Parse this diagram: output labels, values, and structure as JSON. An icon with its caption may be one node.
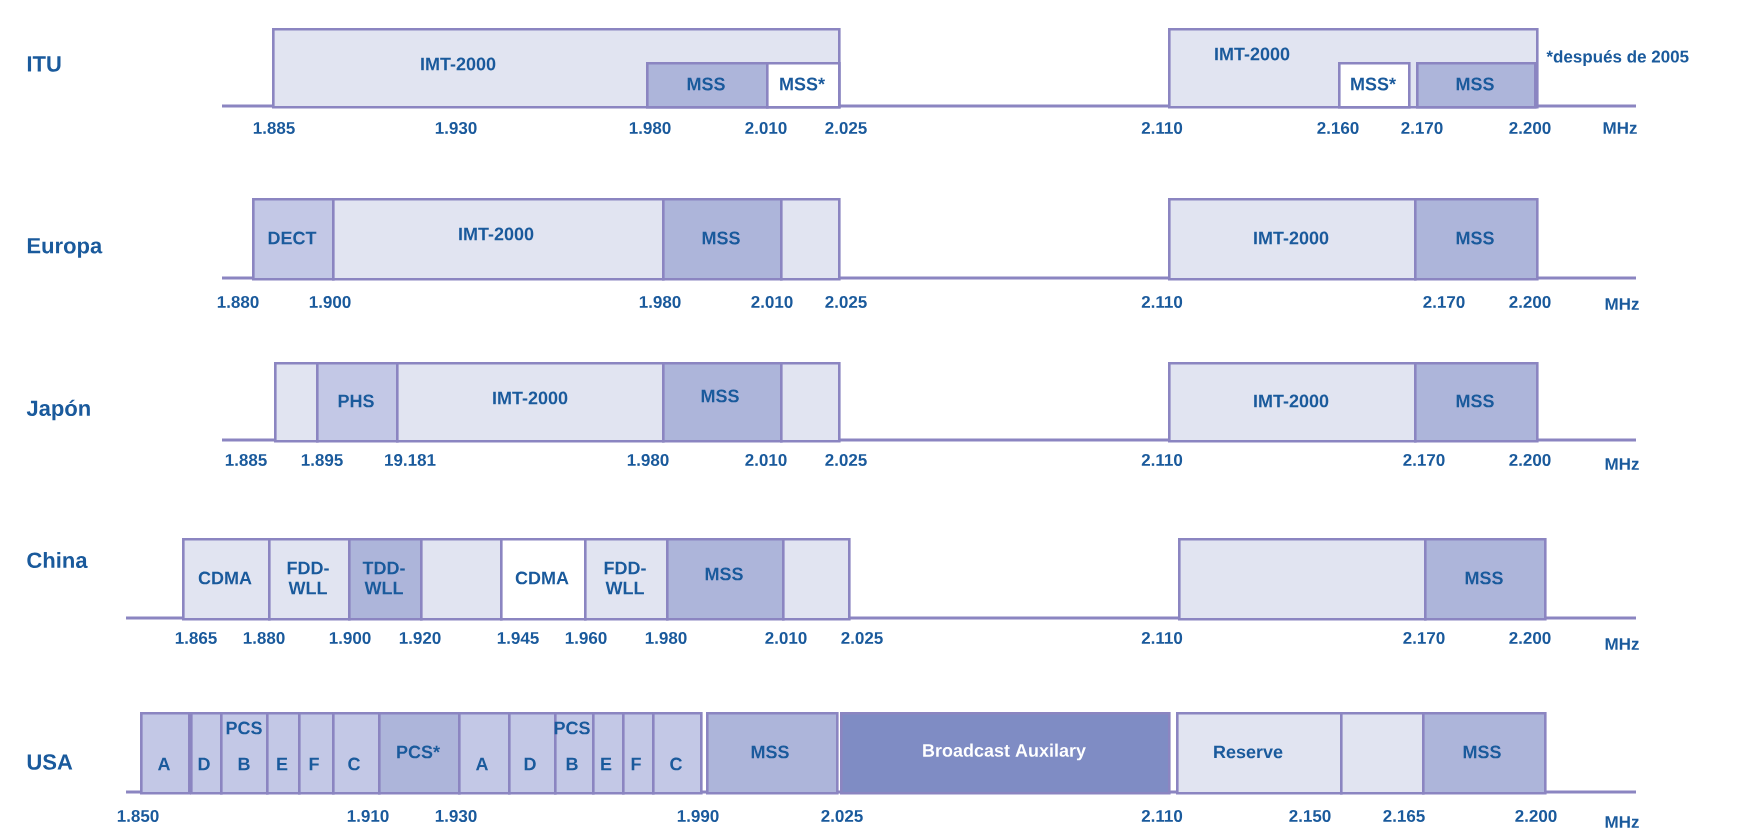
{
  "diagram": {
    "nodes": [
      {
        "text": [
          "IMT-2000"
        ]
      },
      {
        "text": [
          "MSS"
        ],
        "in": 0
      },
      {
        "text": [
          "MSS*"
        ],
        "in": 0
      },
      {
        "text": [
          "IMT-2000"
        ]
      },
      {
        "text": [
          "MSS*"
        ],
        "in": 3
      },
      {
        "text": [
          "MSS"
        ],
        "in": 3
      },
      {
        "text": [
          "DECT"
        ]
      },
      {
        "text": [
          "IMT-2000"
        ]
      },
      {
        "text": [
          "MSS"
        ]
      },
      {
        "text": [],
        "shape": "box"
      },
      {
        "text": [
          "IMT-2000"
        ]
      },
      {
        "text": [
          "MSS"
        ]
      },
      {
        "text": [],
        "shape": "box"
      },
      {
        "text": [
          "PHS"
        ]
      },
      {
        "text": [
          "IMT-2000"
        ]
      },
      {
        "text": [
          "MSS"
        ]
      },
      {
        "text": [],
        "shape": "box"
      },
      {
        "text": [
          "IMT-2000"
        ]
      },
      {
        "text": [
          "MSS"
        ]
      },
      {
        "text": [
          "CDMA"
        ]
      },
      {
        "text": [
          "FDD-WLL"
        ]
      },
      {
        "text": [
          "TDD-WLL"
        ]
      },
      {
        "text": [],
        "shape": "box"
      },
      {
        "text": [
          "CDMA"
        ]
      },
      {
        "text": [
          "FDD-WLL"
        ]
      },
      {
        "text": [
          "MSS"
        ]
      },
      {
        "text": [],
        "shape": "box"
      },
      {
        "text": [],
        "shape": "box"
      },
      {
        "text": [
          "MSS"
        ]
      },
      {
        "text": [
          "A"
        ]
      },
      {
        "text": [
          "D"
        ]
      },
      {
        "text": [
          "PCS",
          "B"
        ]
      },
      {
        "text": [
          "E"
        ]
      },
      {
        "text": [
          "F"
        ]
      },
      {
        "text": [
          "C"
        ]
      },
      {
        "text": [
          "PCS*"
        ]
      },
      {
        "text": [
          "A"
        ]
      },
      {
        "text": [
          "D"
        ]
      },
      {
        "text": [
          "PCS",
          "B"
        ]
      },
      {
        "text": [
          "E"
        ]
      },
      {
        "text": [
          "F"
        ]
      },
      {
        "text": [
          "C"
        ]
      },
      {
        "text": [
          "MSS"
        ]
      },
      {
        "text": [
          "Broadcast Auxilary"
        ]
      },
      {
        "text": [
          "Reserve"
        ]
      },
      {
        "text": [],
        "shape": "box"
      },
      {
        "text": [
          "MSS"
        ]
      }
    ],
    "labels": [
      "ITU",
      "*después de 2005",
      "1.885",
      "1.930",
      "1.980",
      "2.010",
      "2.025",
      "2.110",
      "2.160",
      "2.170",
      "2.200",
      "MHz",
      "Europa",
      "1.880",
      "1.900",
      "1.980",
      "2.010",
      "2.025",
      "2.110",
      "2.170",
      "2.200",
      "MHz",
      "Japón",
      "1.885",
      "1.895",
      "19.181",
      "1.980",
      "2.010",
      "2.025",
      "2.110",
      "2.170",
      "2.200",
      "MHz",
      "China",
      "1.865",
      "1.880",
      "1.900",
      "1.920",
      "1.945",
      "1.960",
      "1.980",
      "2.010",
      "2.025",
      "2.110",
      "2.170",
      "2.200",
      "MHz",
      "USA",
      "1.850",
      "1.910",
      "1.930",
      "1.990",
      "2.025",
      "2.110",
      "2.150",
      "2.165",
      "2.200",
      "MHz"
    ]
  }
}
